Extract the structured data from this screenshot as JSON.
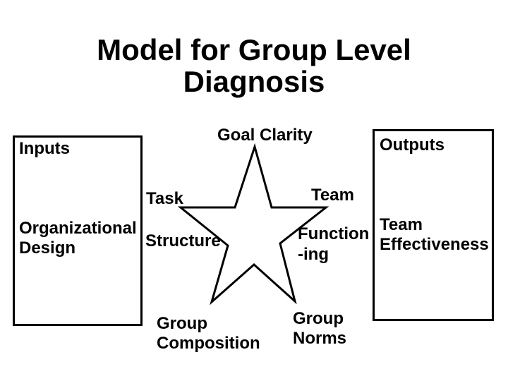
{
  "slide": {
    "title_line1": "Model for Group Level",
    "title_line2": "Diagnosis"
  },
  "boxes": {
    "inputs": {
      "header": "Inputs",
      "content_line1": "Organizational",
      "content_line2": "Design"
    },
    "outputs": {
      "header": "Outputs",
      "content_line1": "Team",
      "content_line2": "Effectiveness"
    }
  },
  "star": {
    "shape": "five-point-star-outline",
    "top_label": "Goal Clarity",
    "left_upper_label": "Task",
    "left_lower_label": "Structure",
    "right_upper_label": "Team",
    "right_lower_line1": "Function",
    "right_lower_line2": "-ing",
    "bottom_left_line1": "Group",
    "bottom_left_line2": "Composition",
    "bottom_right_line1": "Group",
    "bottom_right_line2": "Norms"
  },
  "colors": {
    "background": "#ffffff",
    "text": "#000000",
    "shape_stroke": "#000000",
    "shape_fill": "#ffffff"
  }
}
